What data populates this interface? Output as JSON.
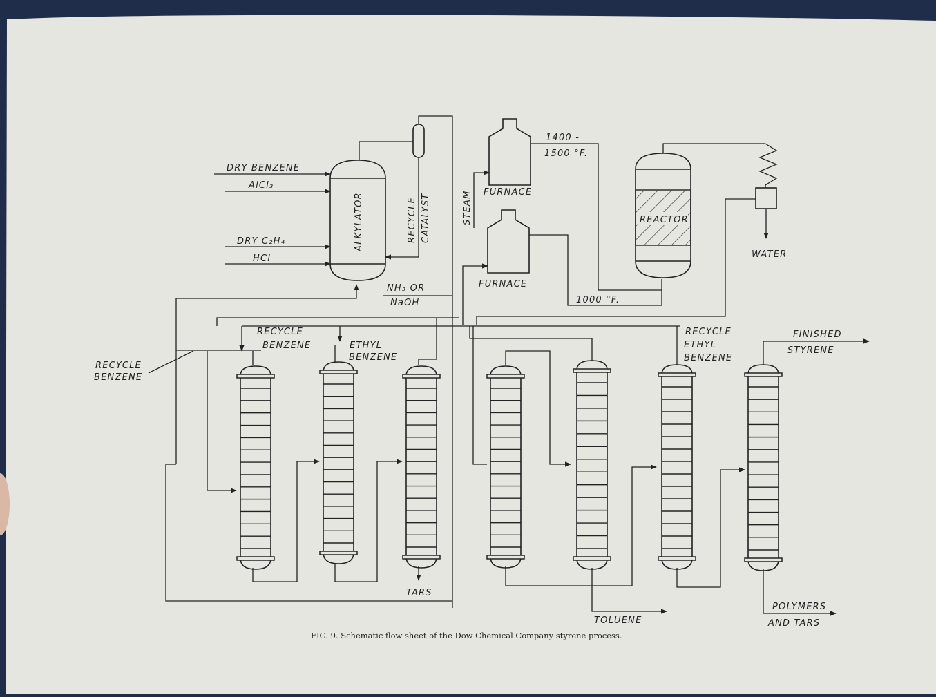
{
  "labels": {
    "dry_benzene": "DRY BENZENE",
    "alcl3": "AlCl₃",
    "dry_c2h4": "DRY C₂H₄",
    "hcl": "HCl",
    "alkylator": "ALKYLATOR",
    "recycle_catalyst_1": "RECYCLE",
    "recycle_catalyst_2": "CATALYST",
    "steam": "STEAM",
    "furnace_top": "FURNACE",
    "furnace_bottom": "FURNACE",
    "temp_high_1": "1400 -",
    "temp_high_2": "1500 °F.",
    "temp_low": "1000 °F.",
    "reactor": "REACTOR",
    "water": "WATER",
    "nh3_or": "NH₃ OR",
    "naoh": "NaOH",
    "recycle_benzene_top_1": "RECYCLE",
    "recycle_benzene_top_2": "BENZENE",
    "ethyl_benzene_1": "ETHYL",
    "ethyl_benzene_2": "BENZENE",
    "recycle_benzene_left_1": "RECYCLE",
    "recycle_benzene_left_2": "BENZENE",
    "recycle_eb_1": "RECYCLE",
    "recycle_eb_2": "ETHYL",
    "recycle_eb_3": "BENZENE",
    "finished_styrene_1": "FINISHED",
    "finished_styrene_2": "STYRENE",
    "tars": "TARS",
    "toluene": "TOLUENE",
    "polymers_1": "POLYMERS",
    "polymers_2": "AND TARS"
  },
  "caption": "FIG. 9. Schematic flow sheet of the Dow Chemical Company styrene process."
}
